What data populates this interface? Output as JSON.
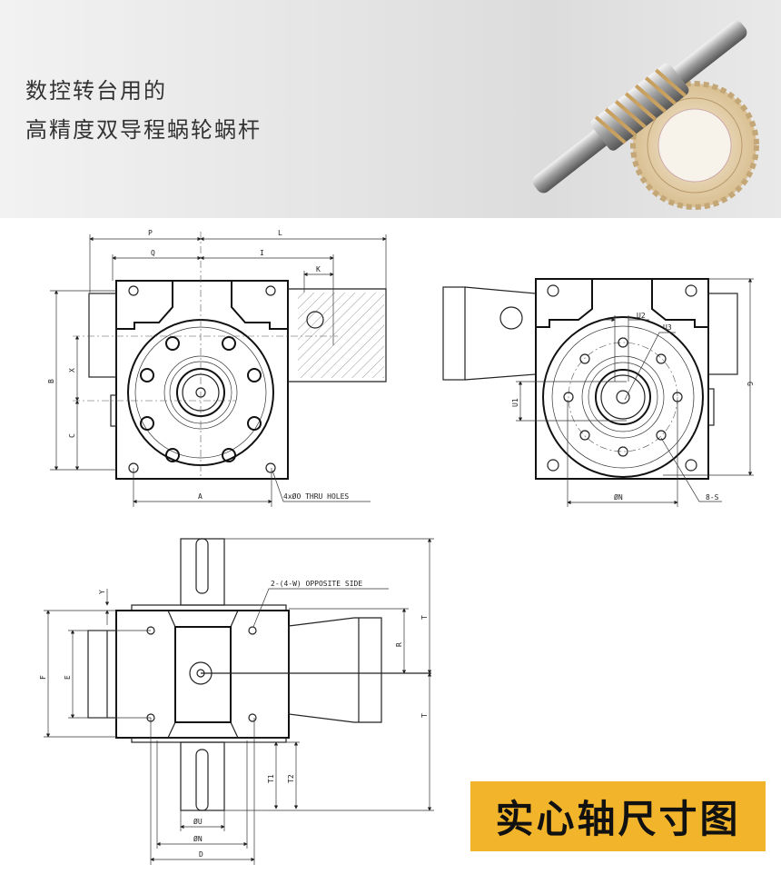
{
  "header": {
    "title_line1": "数控转台用的",
    "title_line2": "高精度双导程蜗轮蜗杆"
  },
  "front_view": {
    "dims": {
      "P": "P",
      "L": "L",
      "Q": "Q",
      "I": "I",
      "K": "K",
      "B": "B",
      "X": "X",
      "C": "C",
      "A": "A"
    },
    "note": "4xØO THRU HOLES"
  },
  "side_view": {
    "dims": {
      "U1": "U1",
      "U2": "U2",
      "U3": "U3",
      "G": "G",
      "N": "ØN",
      "S": "8-S"
    }
  },
  "top_view": {
    "dims": {
      "Y": "Y",
      "F": "F",
      "E": "E",
      "R": "R",
      "T_upper": "T",
      "T_lower": "T",
      "T1": "T1",
      "T2": "T2",
      "U": "ØU",
      "N": "ØN",
      "D": "D"
    },
    "note": "2-(4-W) OPPOSITE SIDE"
  },
  "banner": {
    "label": "实心轴尺寸图",
    "color": "#f2b42a"
  }
}
